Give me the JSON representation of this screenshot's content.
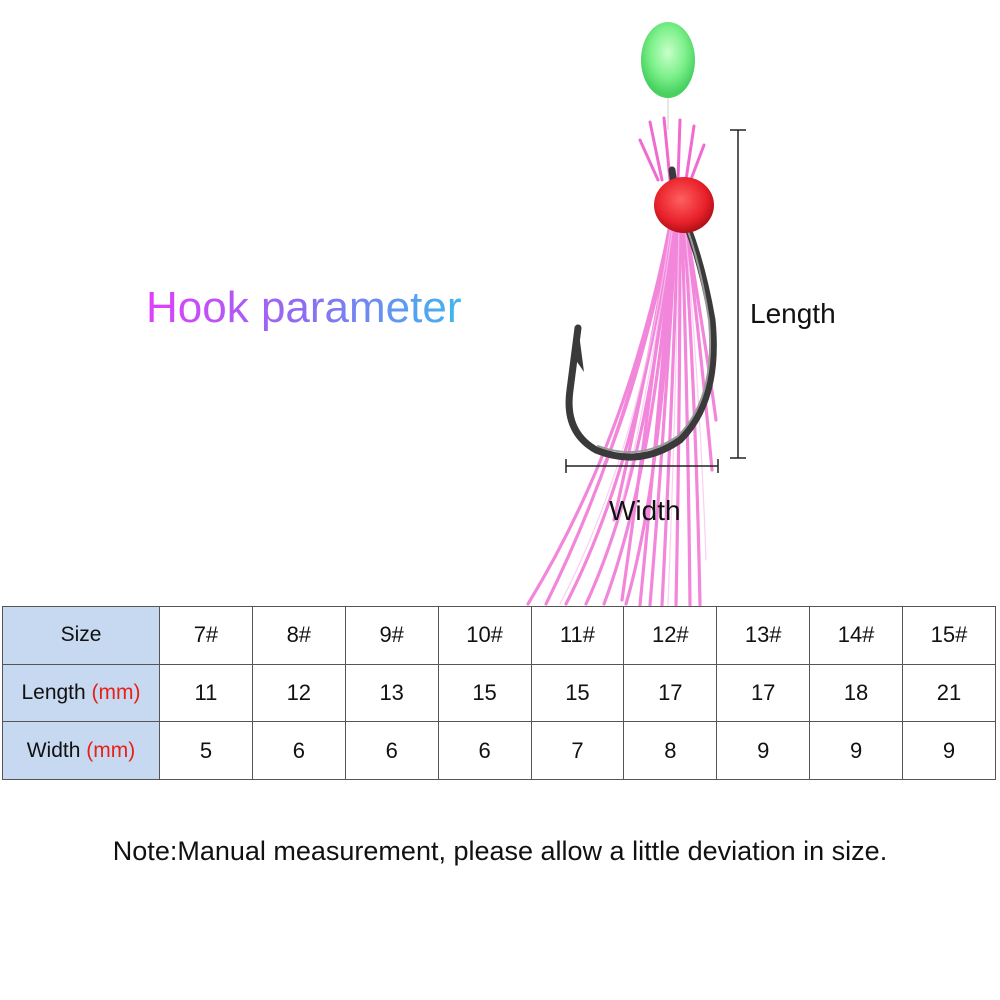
{
  "title": "Hook parameter",
  "dimension_labels": {
    "length": "Length",
    "width": "Width"
  },
  "table": {
    "size_label": "Size",
    "length_label": "Length",
    "width_label": "Width",
    "unit": "(mm)",
    "sizes": [
      "7#",
      "8#",
      "9#",
      "10#",
      "11#",
      "12#",
      "13#",
      "14#",
      "15#"
    ],
    "lengths": [
      "11",
      "12",
      "13",
      "15",
      "15",
      "17",
      "17",
      "18",
      "21"
    ],
    "widths": [
      "5",
      "6",
      "6",
      "6",
      "7",
      "8",
      "9",
      "9",
      "9"
    ]
  },
  "note": "Note:Manual measurement, please allow a little deviation in size.",
  "colors": {
    "bead": "#7cf08a",
    "head": "#e8202a",
    "skirt": "#f06ad0",
    "table_header": "#c6d9f0",
    "unit": "#e8201a"
  }
}
